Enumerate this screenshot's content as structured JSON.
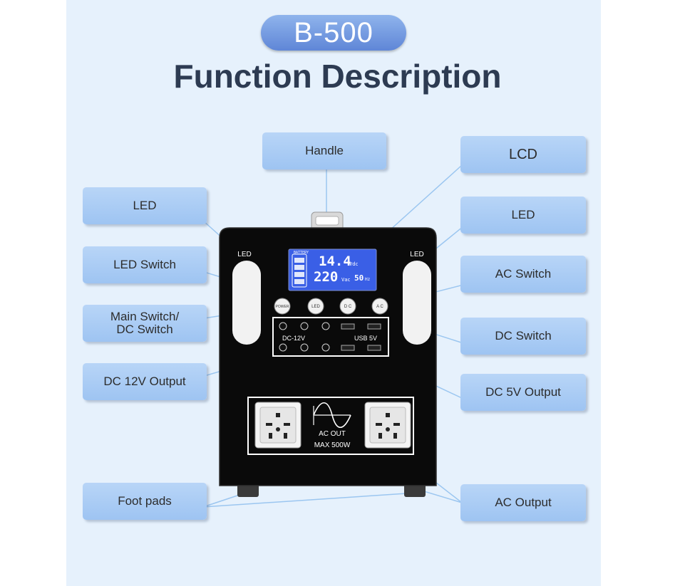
{
  "title_badge": "B-500",
  "title": "Function Description",
  "callouts": {
    "handle": "Handle",
    "lcd": "LCD",
    "led_left": "LED",
    "led_right": "LED",
    "led_switch": "LED  Switch",
    "ac_switch": "AC Switch",
    "main_switch": "Main Switch/\nDC Switch",
    "dc_switch": "DC Switch",
    "dc12_output": "DC 12V Output",
    "dc5_output": "DC 5V Output",
    "foot_pads": "Foot pads",
    "ac_output": "AC Output"
  },
  "device": {
    "led_left_label": "LED",
    "led_right_label": "LED",
    "lcd": {
      "battery_label": "BATTERY",
      "dc_voltage": "14.4",
      "dc_unit": "Vdc",
      "ac_voltage": "220",
      "ac_unit": "Vac",
      "frequency": "50",
      "frequency_unit": "Hz"
    },
    "buttons": [
      "POWER",
      "LED",
      "D C",
      "A C"
    ],
    "dc_label": "DC-12V",
    "usb_label": "USB  5V",
    "ac_out_label": "AC  OUT",
    "ac_max_label": "MAX  500W"
  },
  "colors": {
    "panel": "#e6f1fc",
    "label_fill": "#a9cbf4",
    "title_pill": "#6f94dd",
    "heading": "#2d3b52",
    "device_body": "#0a0a0a",
    "lcd_screen": "#3a5fe6"
  }
}
